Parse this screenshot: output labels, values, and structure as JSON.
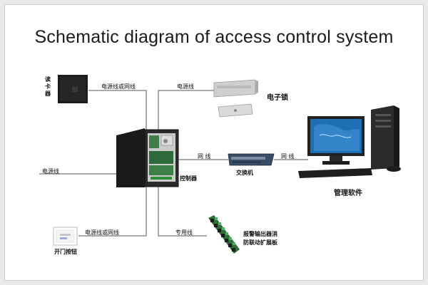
{
  "title": "Schematic diagram of access control system",
  "nodes": {
    "card_reader": "读卡器",
    "controller": "控制器",
    "electronic_lock": "电子锁",
    "switch": "交换机",
    "management_software": "管理软件",
    "exit_button": "开门按钮",
    "alarm_extension_board": "报警输出器消防联动扩展板",
    "alarm_line1": "报警输出器消",
    "alarm_line2": "防联动扩展板"
  },
  "edges": {
    "reader_to_controller": "电源线或网线",
    "lock_to_controller": "电源线",
    "power_in": "电源线",
    "controller_to_switch": "网 线",
    "switch_to_pc": "网 线",
    "button_to_controller": "电源线或网线",
    "controller_to_alarm": "专用线"
  },
  "colors": {
    "line": "#555555",
    "accent_screen": "#1f6fb5",
    "device_dark": "#1d1d1d"
  },
  "icons": [
    "card-reader-icon",
    "controller-box-icon",
    "magnetic-lock-icon",
    "network-switch-icon",
    "desktop-computer-icon",
    "exit-button-icon",
    "relay-board-icon"
  ]
}
